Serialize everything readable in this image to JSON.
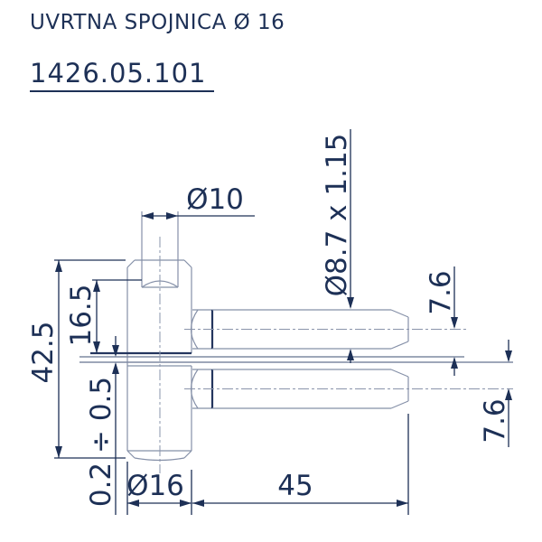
{
  "header": {
    "title": "UVRTNA SPOJNICA Ø 16",
    "part_number": "1426.05.101"
  },
  "drawing": {
    "type": "technical-drawing",
    "part": "screw-in door hinge, two leaves with threaded pins and barrel",
    "dimensions": {
      "stem_diameter": "Ø10",
      "thread_spec": "Ø8.7 x 1.15",
      "pin_axis_offset_upper": "7.6",
      "pin_axis_offset_lower": "7.6",
      "overall_barrel_height": "42.5",
      "top_to_pin_distance": "16.5",
      "leaf_gap_range": "0.2 ÷ 0.5",
      "barrel_diameter": "Ø16",
      "pin_length": "45"
    },
    "colors": {
      "ink": "#1d3056",
      "outline": "#8590a8",
      "accent_contour": "#24365e"
    }
  }
}
